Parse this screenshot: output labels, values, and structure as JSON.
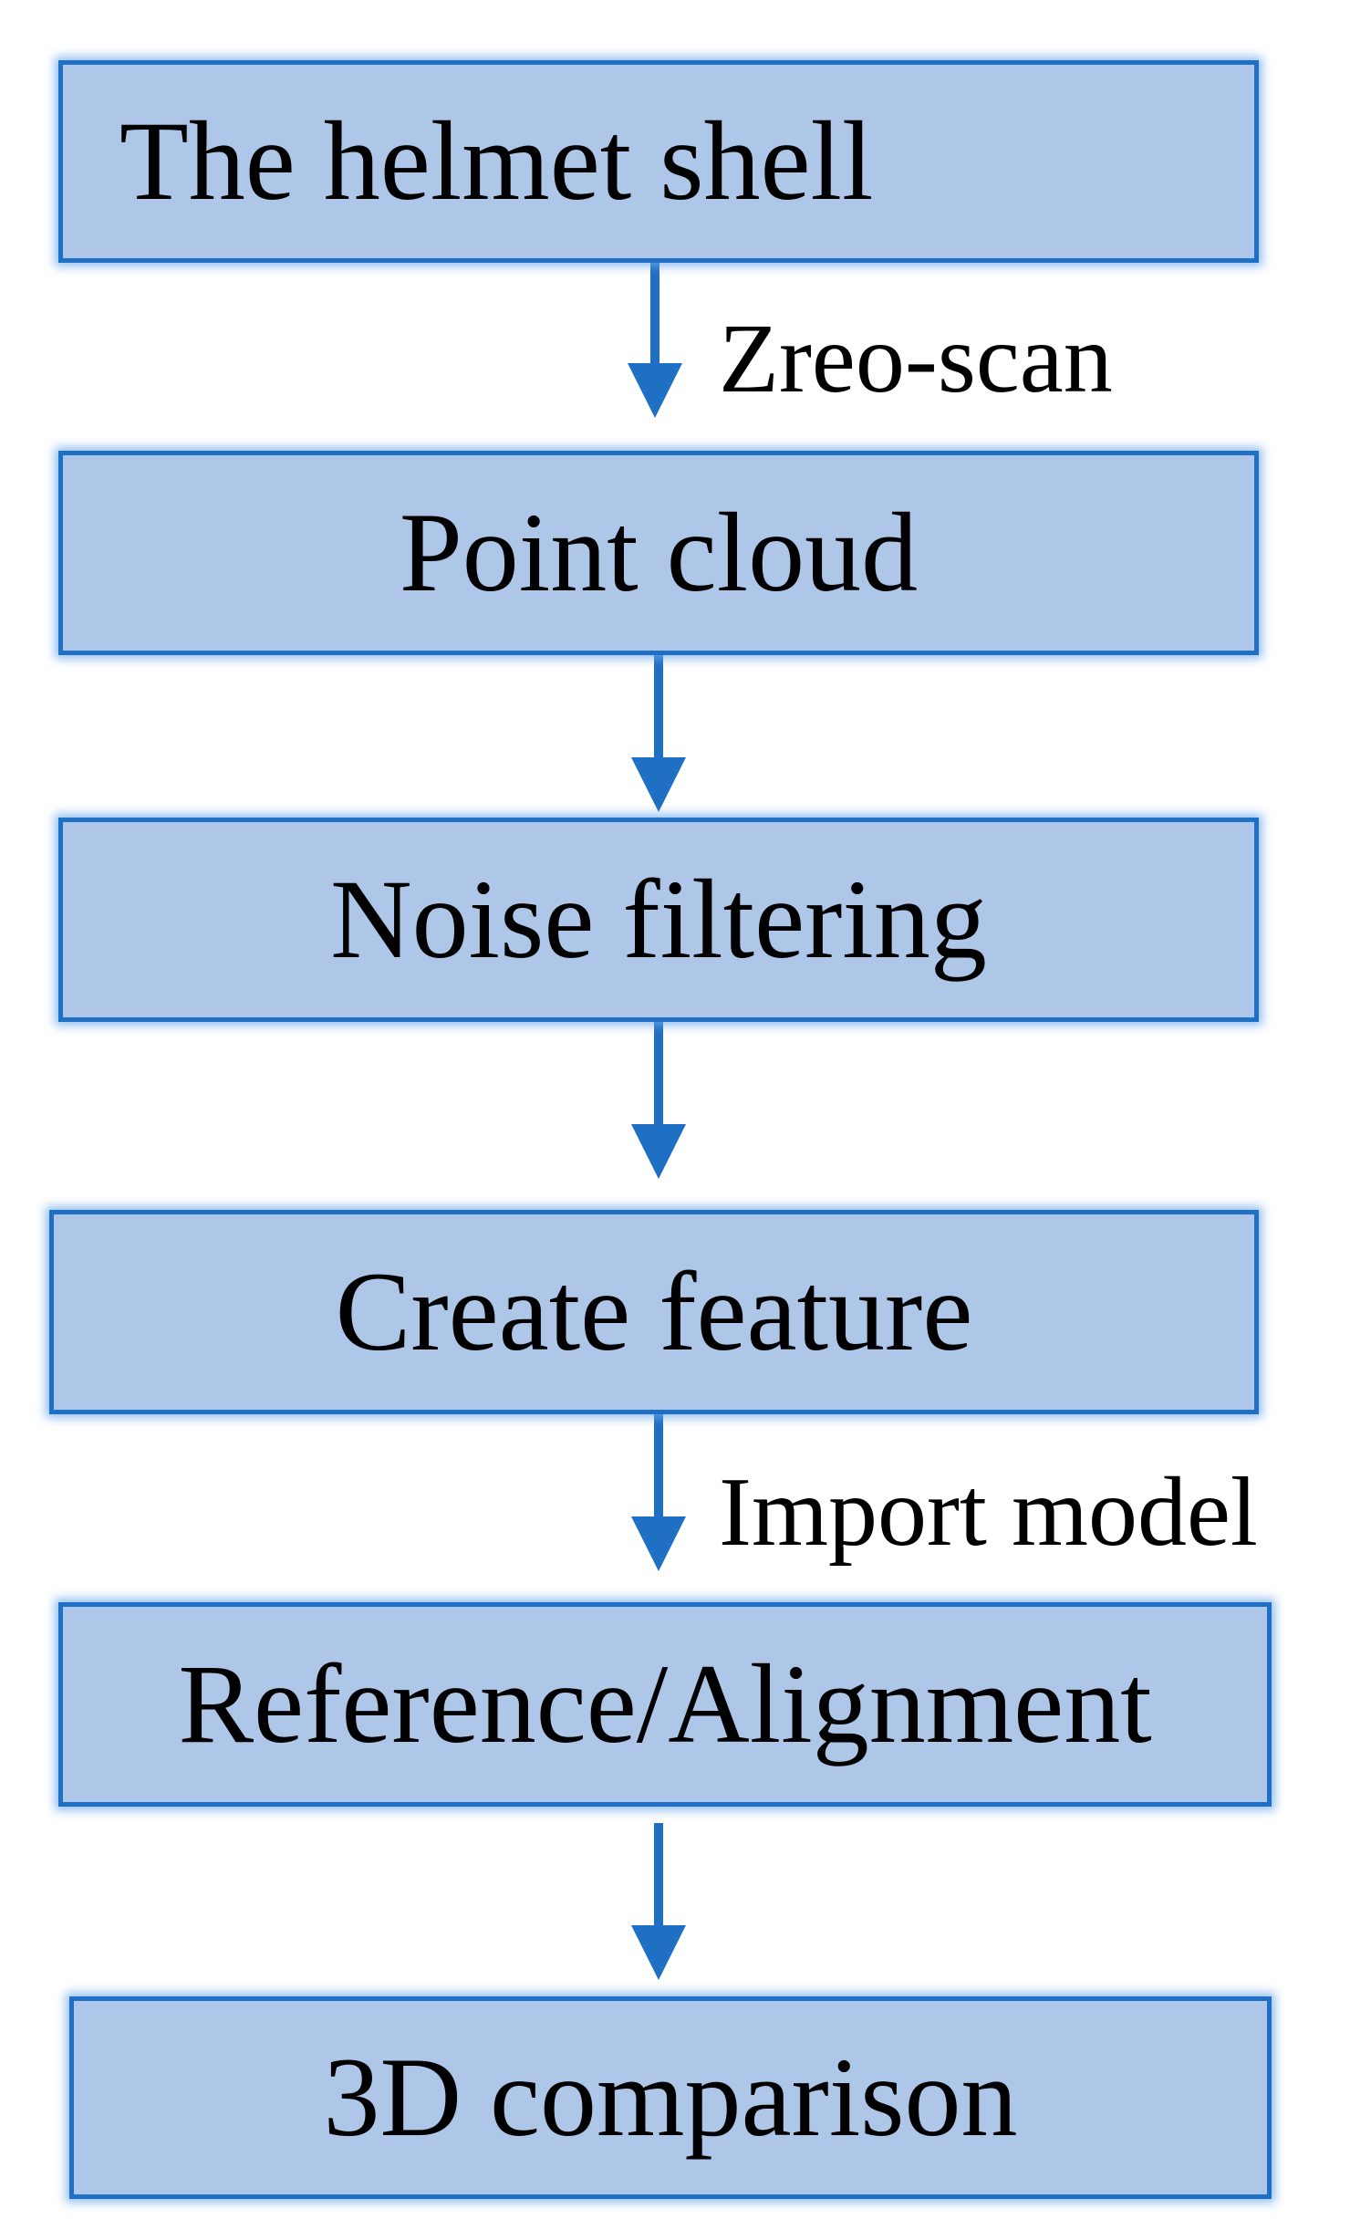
{
  "diagram": {
    "nodes": [
      {
        "id": "helmet-shell",
        "label": "The helmet shell"
      },
      {
        "id": "point-cloud",
        "label": "Point cloud"
      },
      {
        "id": "noise-filtering",
        "label": "Noise filtering"
      },
      {
        "id": "create-feature",
        "label": "Create feature"
      },
      {
        "id": "reference-alignment",
        "label": "Reference/Alignment"
      },
      {
        "id": "3d-comparison",
        "label": "3D comparison"
      }
    ],
    "edges": [
      {
        "from": "helmet-shell",
        "to": "point-cloud",
        "label": "Zreo-scan"
      },
      {
        "from": "point-cloud",
        "to": "noise-filtering",
        "label": ""
      },
      {
        "from": "noise-filtering",
        "to": "create-feature",
        "label": ""
      },
      {
        "from": "create-feature",
        "to": "reference-alignment",
        "label": "Import model"
      },
      {
        "from": "reference-alignment",
        "to": "3d-comparison",
        "label": ""
      }
    ],
    "colors": {
      "box_fill": "#aec7e8",
      "box_border": "#1f6fc4",
      "arrow": "#1f6fc4",
      "text": "#000000"
    }
  }
}
